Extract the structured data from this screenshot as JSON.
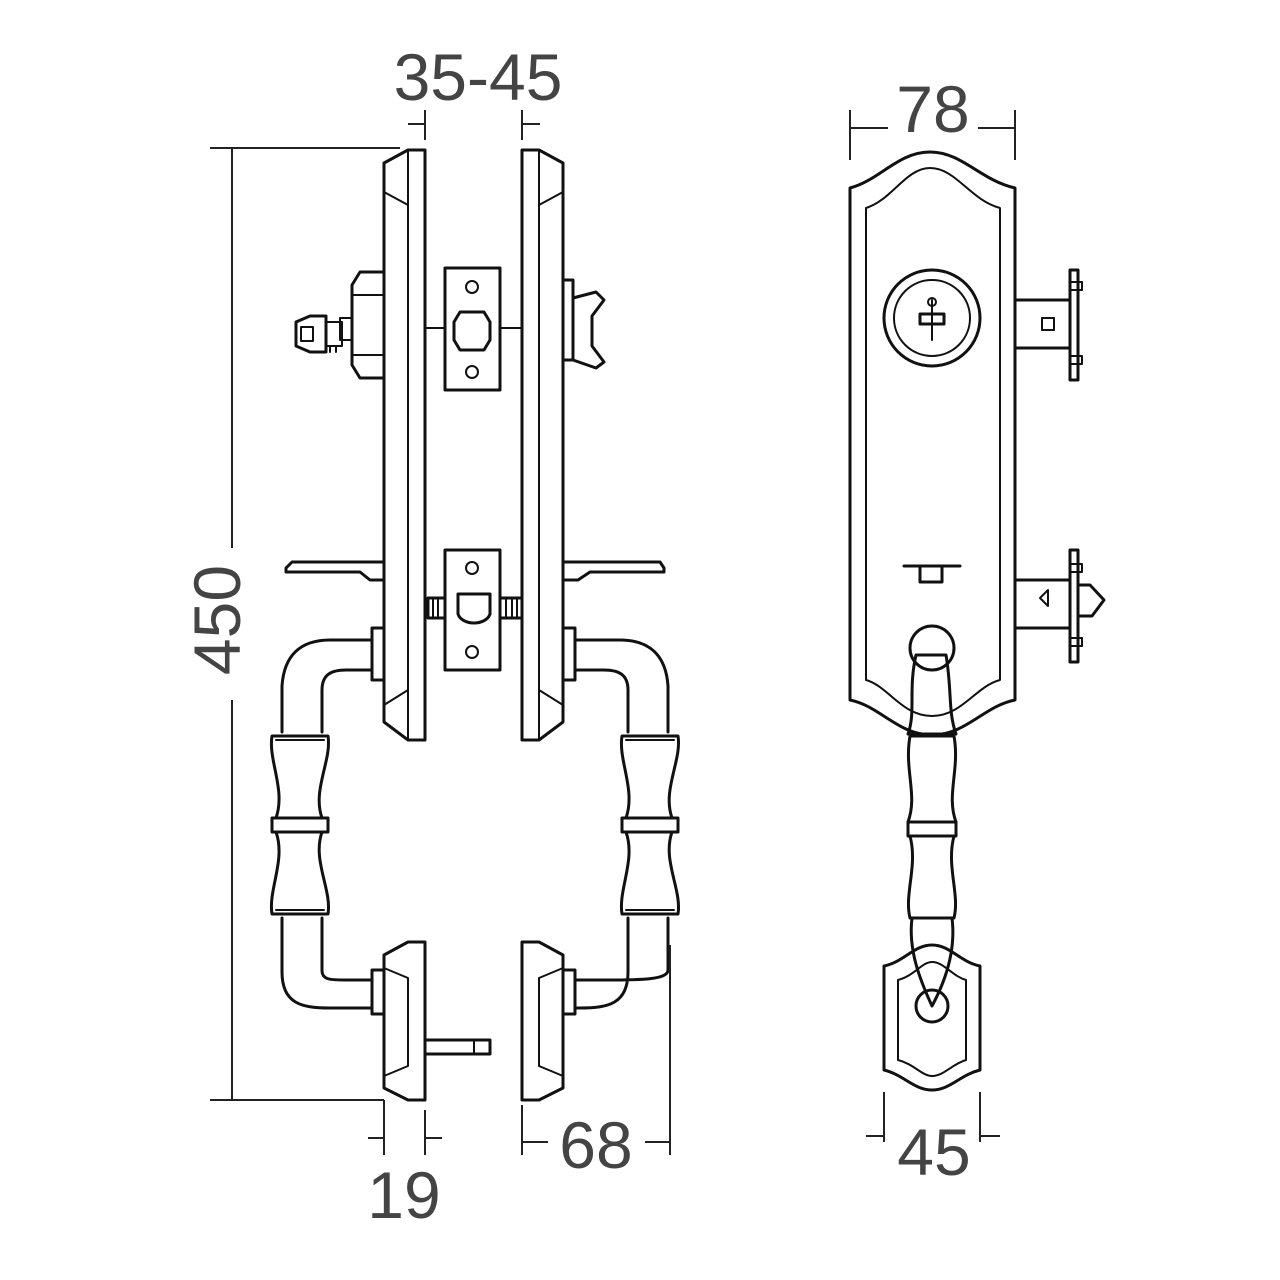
{
  "dimensions": {
    "overall_height": "450",
    "door_thickness": "35-45",
    "front_width": "78",
    "rosette_width": "45",
    "rosette_depth": "19",
    "handle_projection": "68"
  },
  "colors": {
    "line": "#111111",
    "dimension_text": "#444444",
    "background": "#ffffff"
  }
}
